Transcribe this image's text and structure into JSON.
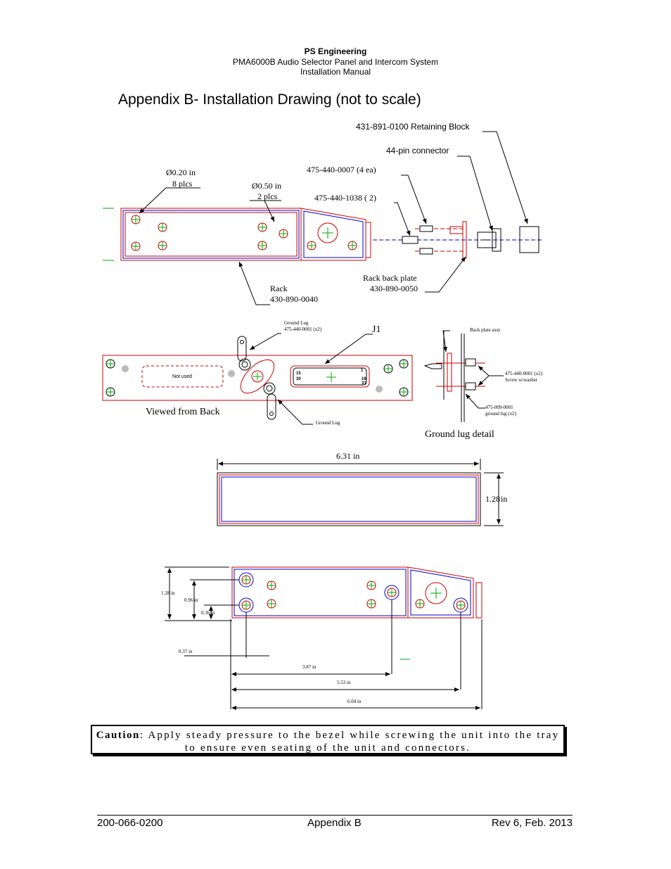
{
  "header": {
    "company": "PS Engineering",
    "product": "PMA6000B Audio Selector Panel and Intercom System",
    "doc": "Installation Manual"
  },
  "title": "Appendix B- Installation Drawing (not to scale)",
  "side_view": {
    "retaining_block": "431-891-0100 Retaining Block",
    "connector": "44-pin connector",
    "screw_4": "475-440-0007 (4 ea)",
    "screw_2": "475-440-1038 ( 2)",
    "hole_020": "Ø0.20 in",
    "hole_020_qty": "8 plcs",
    "hole_050": "Ø0.50 in",
    "hole_050_qty": "2 plcs",
    "rack": "Rack",
    "rack_pn": "430-890-0040",
    "back_plate": "Rack back plate",
    "back_plate_pn": "430-890-0050"
  },
  "back_view": {
    "ground_lug_top": "Ground Lug",
    "ground_lug_top_pn": "475-440-0001 (x2)",
    "j1": "J1",
    "not_used": "Not used",
    "pin_15": "15",
    "pin_1": "1",
    "pin_30": "30",
    "pin_16": "16",
    "pin_31": "31",
    "ground_lug_bottom": "Ground Lug",
    "caption": "Viewed from Back"
  },
  "lug_detail": {
    "back_plate": "Back plate assy",
    "screw": "475-440-0001 (x2)",
    "screw_desc": "Screw w/washer",
    "lug": "475-009-0001",
    "lug_desc": "ground lug (x2)",
    "caption": "Ground lug detail"
  },
  "front_dims": {
    "width": "6.31",
    "height": "1.28",
    "unit": "in"
  },
  "hole_dims": {
    "h128": "1.28 in",
    "h096": "0.96 in",
    "h036": "0.36 in",
    "x037": "0.37 in",
    "x387": "3.87 in",
    "x553": "5.53 in",
    "x604": "6.04 in"
  },
  "caution": {
    "label": "Caution",
    "text": ": Apply steady pressure to the bezel while screwing the unit into the tray to ensure even seating of the unit and connectors."
  },
  "footer": {
    "left": "200-066-0200",
    "center": "Appendix B",
    "right": "Rev 6, Feb. 2013"
  }
}
